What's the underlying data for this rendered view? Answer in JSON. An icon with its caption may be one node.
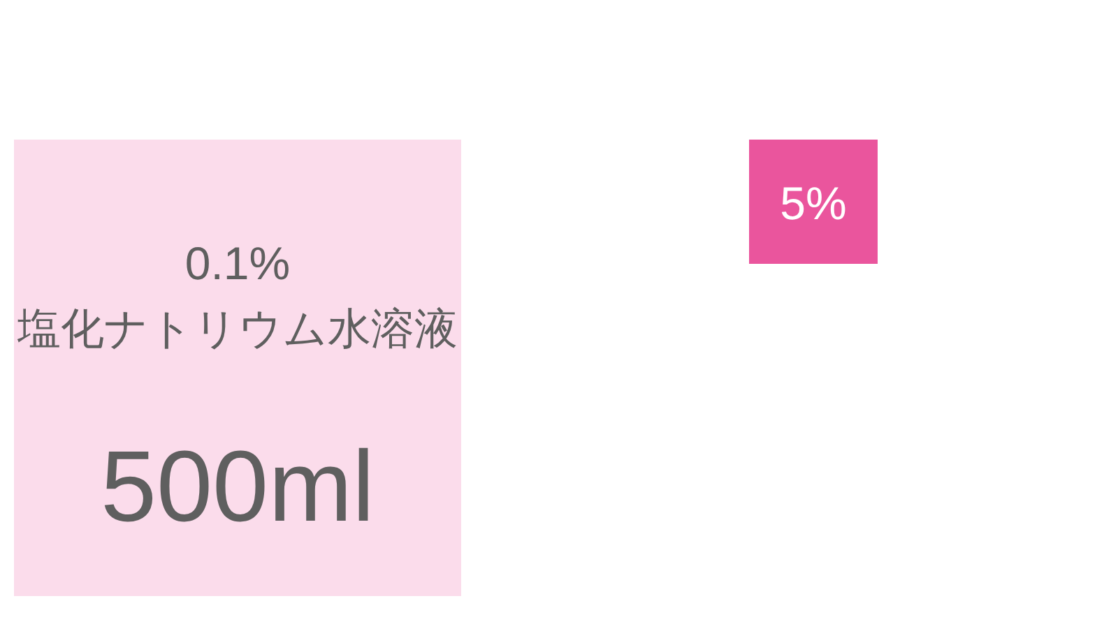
{
  "diagram": {
    "nodes": [
      {
        "text": [
          "0.1%",
          "塩化ナトリウム水溶液",
          "500ml"
        ]
      },
      {
        "text": [
          "5%"
        ]
      }
    ]
  }
}
